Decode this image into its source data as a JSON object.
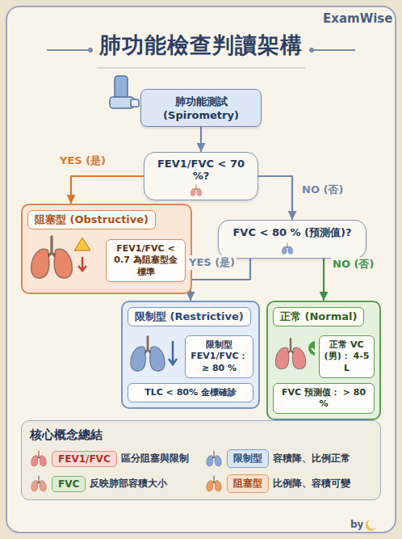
{
  "diagram": {
    "title": "肺功能檢查判讀架構",
    "nodes": [
      {
        "text": [
          "肺功能測試 (Spirometry)"
        ]
      },
      {
        "text": [
          "FEV1/FVC < 70 %?"
        ]
      },
      {
        "text": [
          "阻塞型 (Obstructive)"
        ]
      },
      {
        "text": [
          "FEV1/FVC < 0.7 為阻塞型金標準"
        ],
        "in": 2
      },
      {
        "text": [
          "FVC < 80 % (預測值)?"
        ]
      },
      {
        "text": [
          "限制型 (Restrictive)"
        ]
      },
      {
        "text": [
          "限制型 FEV1/FVC： ≥ 80 %"
        ],
        "in": 5
      },
      {
        "text": [
          "TLC < 80% 金標確診"
        ],
        "in": 5
      },
      {
        "text": [
          "正常 (Normal)"
        ]
      },
      {
        "text": [
          "正常 VC (男)： 4-5 L"
        ],
        "in": 8
      },
      {
        "text": [
          "FVC 預測值： > 80 %"
        ],
        "in": 8
      },
      {
        "text": [
          "核心概念總結"
        ]
      },
      {
        "text": [
          "FEV1/FVC"
        ],
        "in": 11
      },
      {
        "text": [
          "限制型"
        ],
        "in": 11
      },
      {
        "text": [
          "FVC"
        ],
        "in": 11
      },
      {
        "text": [
          "阻塞型"
        ],
        "in": 11
      }
    ],
    "edges": [
      {
        "from": 0,
        "to": 1,
        "arrow": "to"
      },
      {
        "from": 1,
        "to": 2,
        "label": "YES (是)",
        "arrow": "to"
      },
      {
        "from": 1,
        "to": 4,
        "label": "NO (否)",
        "arrow": "to"
      },
      {
        "from": 4,
        "to": 5,
        "label": "YES (是)",
        "arrow": "to"
      },
      {
        "from": 4,
        "to": 8,
        "label": "NO (否)",
        "arrow": "to"
      }
    ],
    "labels": [
      "ExamWise",
      "區分阻塞與限制",
      "容積降、比例正常",
      "反映肺部容積大小",
      "比例降、容積可變",
      "by"
    ]
  }
}
